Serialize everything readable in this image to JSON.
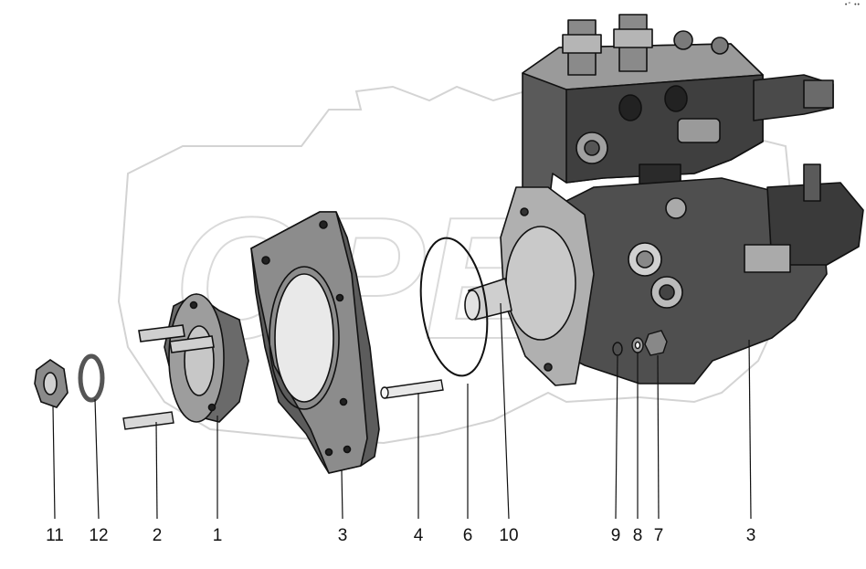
{
  "callouts": {
    "c11": "11",
    "c12": "12",
    "c2": "2",
    "c1": "1",
    "c3a": "3",
    "c4": "4",
    "c6": "6",
    "c10": "10",
    "c9": "9",
    "c8": "8",
    "c7": "7",
    "c3b": "3"
  },
  "watermark": "OPEX",
  "corner_mark": "•° ••"
}
